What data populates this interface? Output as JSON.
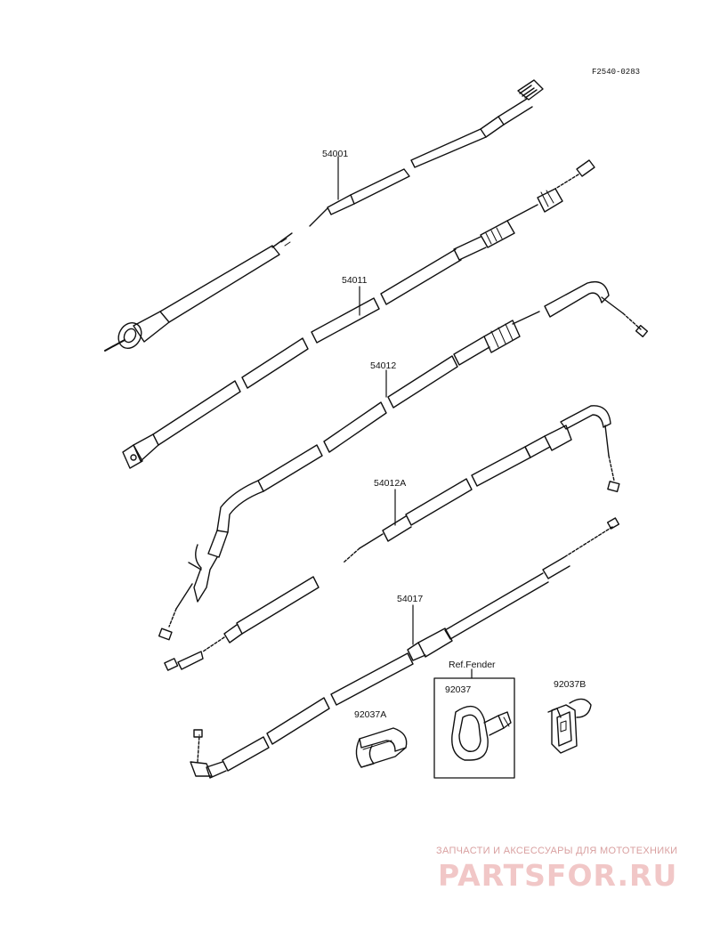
{
  "diagram_code": "F2540-0283",
  "parts": {
    "p54001": "54001",
    "p54011": "54011",
    "p54012": "54012",
    "p54012A": "54012A",
    "p54017": "54017",
    "p92037A": "92037A",
    "p92037": "92037",
    "p92037B": "92037B"
  },
  "ref_box_label": "Ref.Fender",
  "watermark": {
    "tagline": "ЗАПЧАСТИ И АКСЕССУАРЫ ДЛЯ МОТОТЕХНИКИ",
    "brand": "PARTSFOR.RU"
  },
  "colors": {
    "ink": "#111111",
    "watermark_text": "#d9a0a0",
    "watermark_logo": "#f1c7c7"
  }
}
